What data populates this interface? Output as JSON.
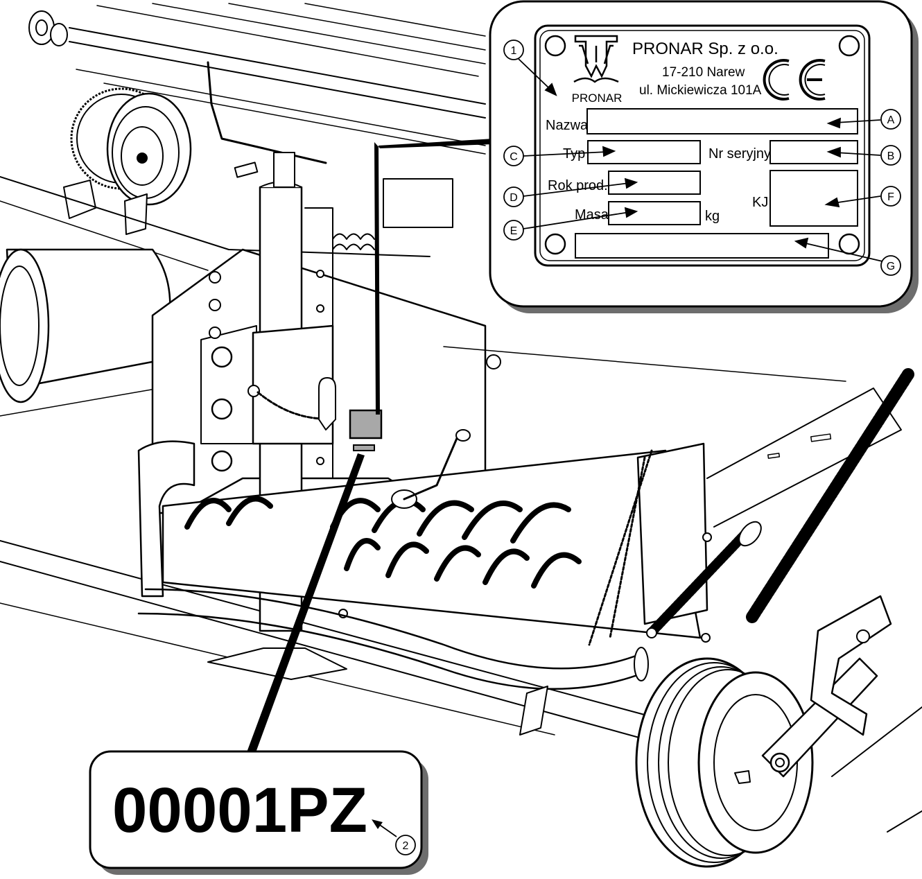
{
  "plate": {
    "company": "PRONAR Sp. z o.o.",
    "address_line1": "17-210 Narew",
    "address_line2": "ul. Mickiewicza 101A",
    "logo_text": "PRONAR",
    "ce_mark": "CE",
    "fields": {
      "name": "Nazwa",
      "type": "Typ",
      "serial": "Nr seryjny",
      "year": "Rok prod.",
      "mass": "Masa",
      "mass_unit": "kg",
      "qc": "KJ"
    },
    "callouts": {
      "a": "A",
      "b": "B",
      "c": "C",
      "d": "D",
      "e": "E",
      "f": "F",
      "g": "G",
      "one": "1"
    }
  },
  "serial_label": {
    "text": "00001PZ",
    "callout": "2"
  }
}
